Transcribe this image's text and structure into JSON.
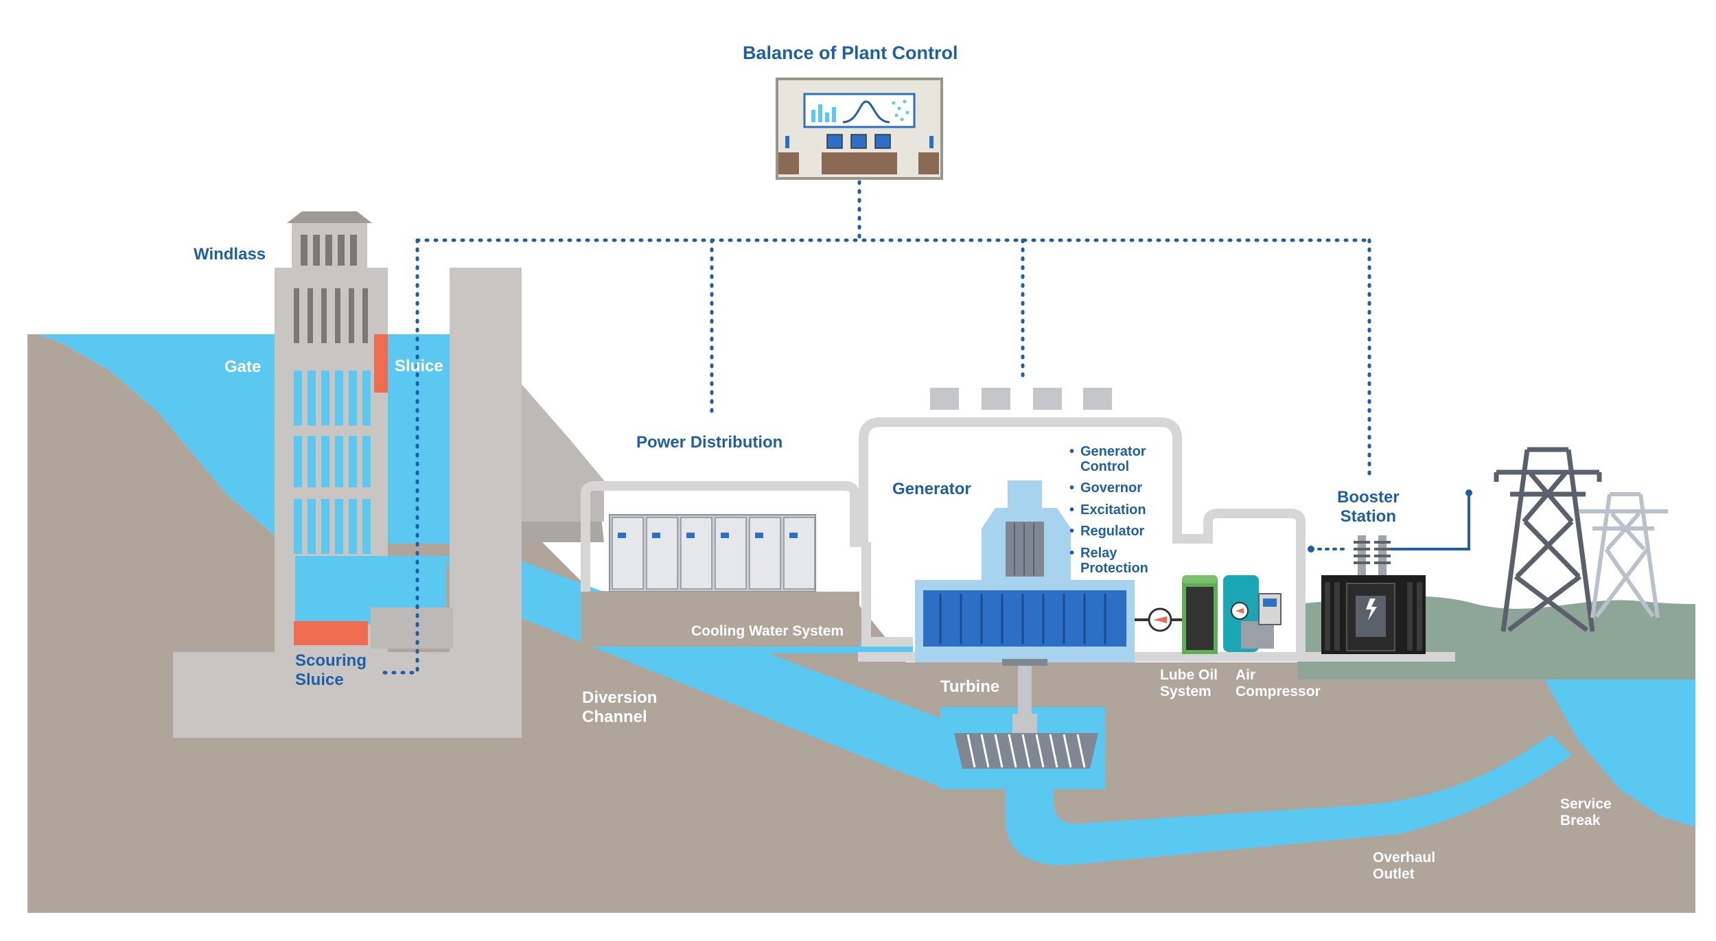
{
  "title": "Balance of Plant Control",
  "labels": {
    "windlass": "Windlass",
    "gate": "Gate",
    "sluice": "Sluice",
    "scouring_sluice": [
      "Scouring",
      "Sluice"
    ],
    "power_distribution": "Power Distribution",
    "generator": "Generator",
    "cooling_water_system": "Cooling Water System",
    "diversion_channel": [
      "Diversion",
      "Channel"
    ],
    "turbine": "Turbine",
    "lube_oil_system": [
      "Lube Oil",
      "System"
    ],
    "air_compressor": [
      "Air",
      "Compressor"
    ],
    "booster_station": [
      "Booster",
      "Station"
    ],
    "service_break": [
      "Service",
      "Break"
    ],
    "overhaul_outlet": [
      "Overhaul",
      "Outlet"
    ]
  },
  "control_functions": [
    "Generator Control",
    "Governor",
    "Excitation",
    "Regulator",
    "Relay Protection"
  ],
  "colors": {
    "water": "#5bc8f2",
    "ground": "#b0a59a",
    "concrete": "#c8c5c2",
    "accent_red": "#ef6c50",
    "label_blue": "#1f5fa8",
    "dotted_link": "#1f5fa8",
    "enclosure": "#d6d6d6",
    "equipment_blue": "#2d6fc4",
    "green_hill": "#8ea698"
  }
}
